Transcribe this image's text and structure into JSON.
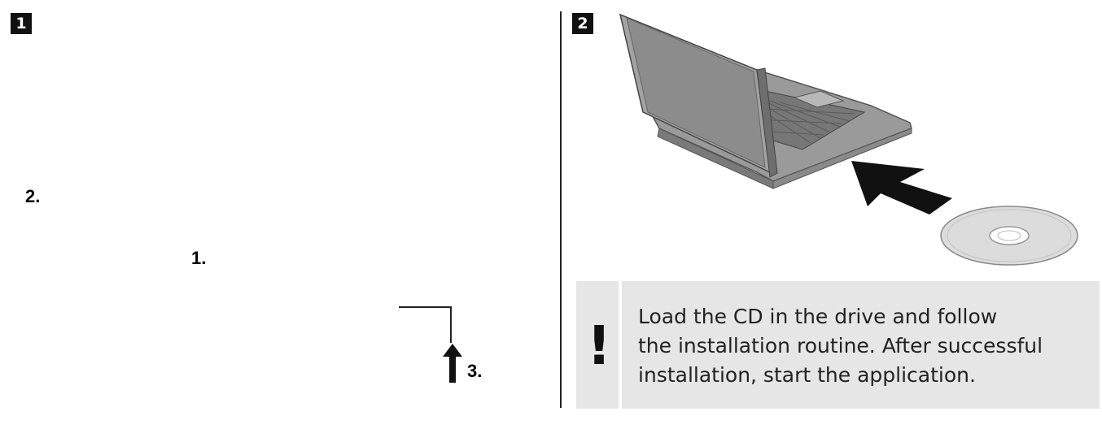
{
  "step_one": {
    "badge": "1",
    "labels": {
      "two": "2.",
      "one": "1.",
      "three": "3."
    }
  },
  "step_two": {
    "badge": "2",
    "note": {
      "icon": "!",
      "lines": [
        "Load the CD in the drive and follow",
        "the installation routine. After successful",
        "installation, start the application."
      ]
    }
  },
  "colors": {
    "note_background": "#e6e6e6",
    "laptop_gray": "#a8a8a8",
    "ink": "#111111"
  },
  "icons": [
    "exclamation-icon",
    "arrow-up-icon",
    "insert-arrow-icon",
    "cd-disc-icon",
    "laptop-illustration"
  ]
}
